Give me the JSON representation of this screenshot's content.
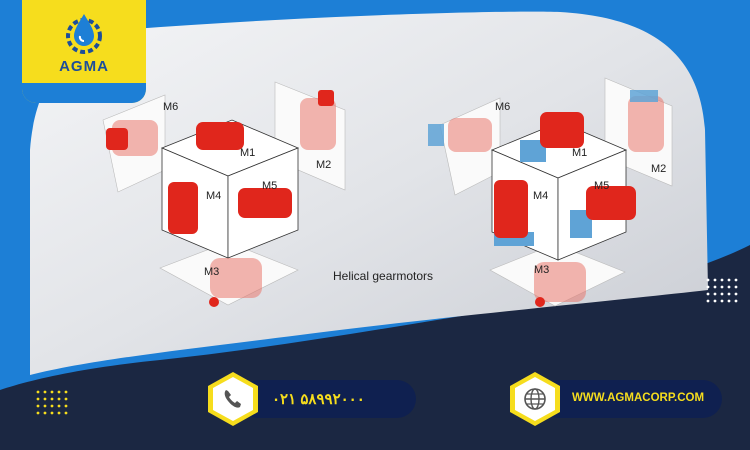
{
  "logo": {
    "text": "AGMA",
    "icon": "water-drop-gear-icon"
  },
  "caption": "Helical gearmotors",
  "left_cube": {
    "labels": [
      "M6",
      "M1",
      "M2",
      "M4",
      "M5",
      "M3"
    ]
  },
  "right_cube": {
    "labels": [
      "M6",
      "M1",
      "M2",
      "M4",
      "M5",
      "M3"
    ]
  },
  "contact": {
    "phone_icon": "phone-icon",
    "phone": "۰۲۱ ۵۸۹۹۲۰۰۰",
    "web_icon": "globe-icon",
    "website": "WWW.AGMACORP.COM"
  },
  "colors": {
    "navy": "#1b2742",
    "accent_blue": "#1d7fd6",
    "brand_yellow": "#f6dd1d",
    "motor_red": "#e0261c"
  }
}
